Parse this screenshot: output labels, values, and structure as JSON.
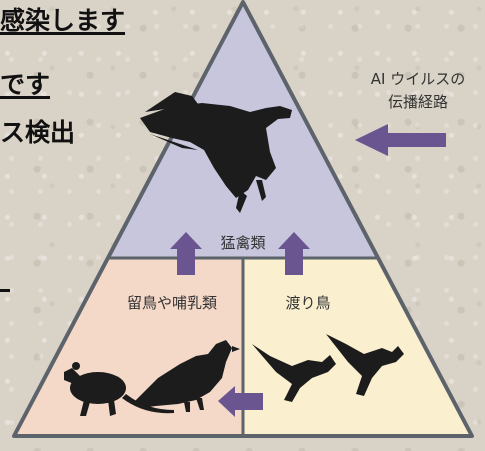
{
  "headline": {
    "line1": "感染します",
    "line2": "です",
    "line3": "ス検出"
  },
  "diagram": {
    "top_label": "猛禽類",
    "left_label": "留鳥や哺乳類",
    "right_label": "渡り鳥",
    "side_label_line1": "AI ウイルスの",
    "side_label_line2": "伝播経路"
  },
  "colors": {
    "top_fill": "#c7c6dd",
    "left_fill": "#f4d8c8",
    "right_fill": "#faf0d0",
    "outline": "#5d636a",
    "arrow": "#6a5591",
    "silhouette": "#1c1c1c"
  }
}
